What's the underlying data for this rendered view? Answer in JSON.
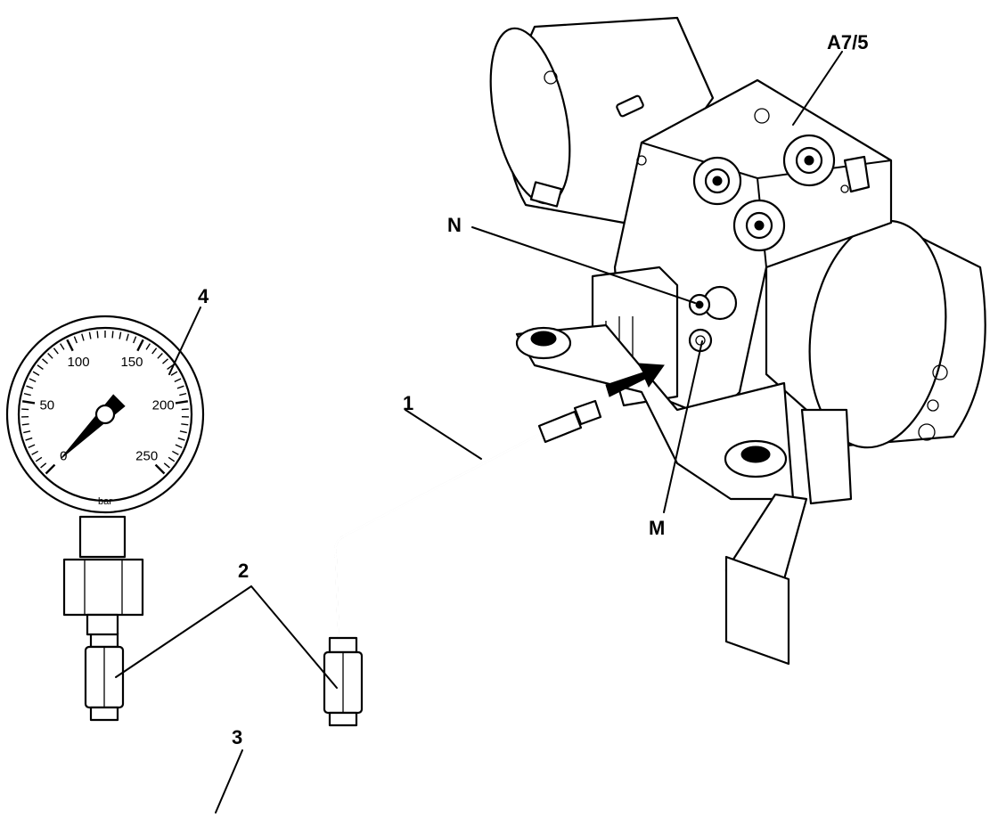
{
  "callouts": {
    "item_1": "1",
    "item_2": "2",
    "item_3": "3",
    "item_4": "4",
    "item_a75": "A7/5",
    "item_n": "N",
    "item_m": "M"
  },
  "gauge": {
    "unit": "bar",
    "tick_labels": [
      "0",
      "50",
      "100",
      "150",
      "200",
      "250"
    ],
    "scale_min": 0,
    "scale_max": 250,
    "needle_value": 0
  }
}
